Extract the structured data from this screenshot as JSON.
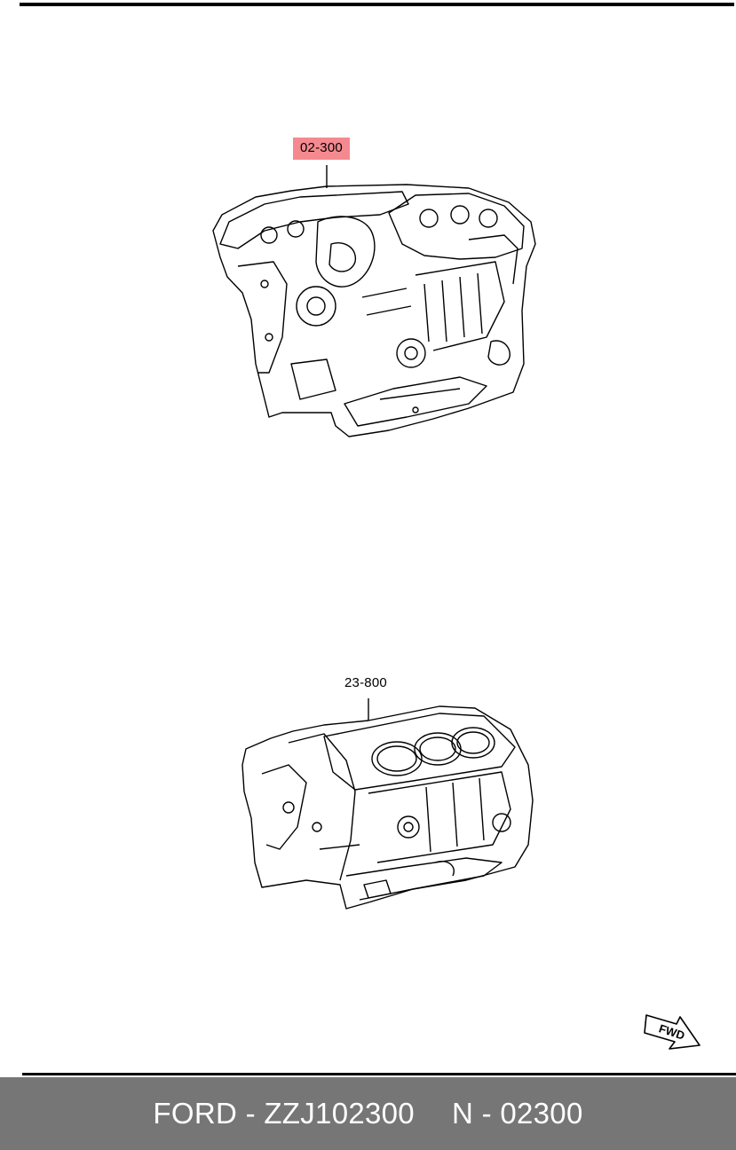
{
  "diagram": {
    "callouts": [
      {
        "label": "02-300",
        "highlighted": true,
        "highlight_color": "#f48a8f"
      },
      {
        "label": "23-800",
        "highlighted": false
      }
    ],
    "direction_marker": "FWD"
  },
  "footer": {
    "brand_part": "FORD - ZZJ102300",
    "ref": "N - 02300",
    "background": "#767676"
  }
}
